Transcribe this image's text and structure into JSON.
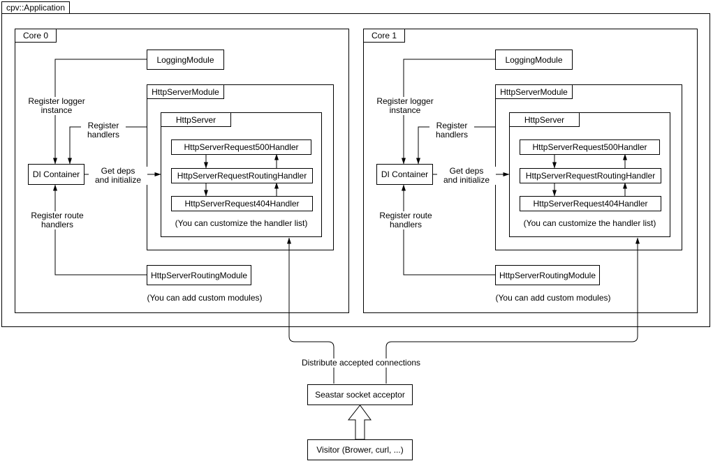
{
  "application": {
    "label": "cpv::Application"
  },
  "cores": [
    {
      "title": "Core 0"
    },
    {
      "title": "Core 1"
    }
  ],
  "core": {
    "logging_module": "LoggingModule",
    "http_server_module": "HttpServerModule",
    "http_server": "HttpServer",
    "handlers": [
      "HttpServerRequest500Handler",
      "HttpServerRequestRoutingHandler",
      "HttpServerRequest404Handler"
    ],
    "customize_note": "(You can customize the handler list)",
    "di_container": "DI Container",
    "routing_module": "HttpServerRoutingModule",
    "modules_note": "(You can add custom modules)",
    "edge_labels": {
      "register_logger": "Register logger\ninstance",
      "register_handlers": "Register\nhandlers",
      "get_deps": "Get deps\nand initialize",
      "register_route": "Register route\nhandlers"
    }
  },
  "bottom": {
    "distribute": "Distribute accepted connections",
    "socket_acceptor": "Seastar socket acceptor",
    "visitor": "Visitor (Brower, curl, ...)"
  },
  "colors": {
    "ink": "#000000",
    "background": "#ffffff"
  }
}
